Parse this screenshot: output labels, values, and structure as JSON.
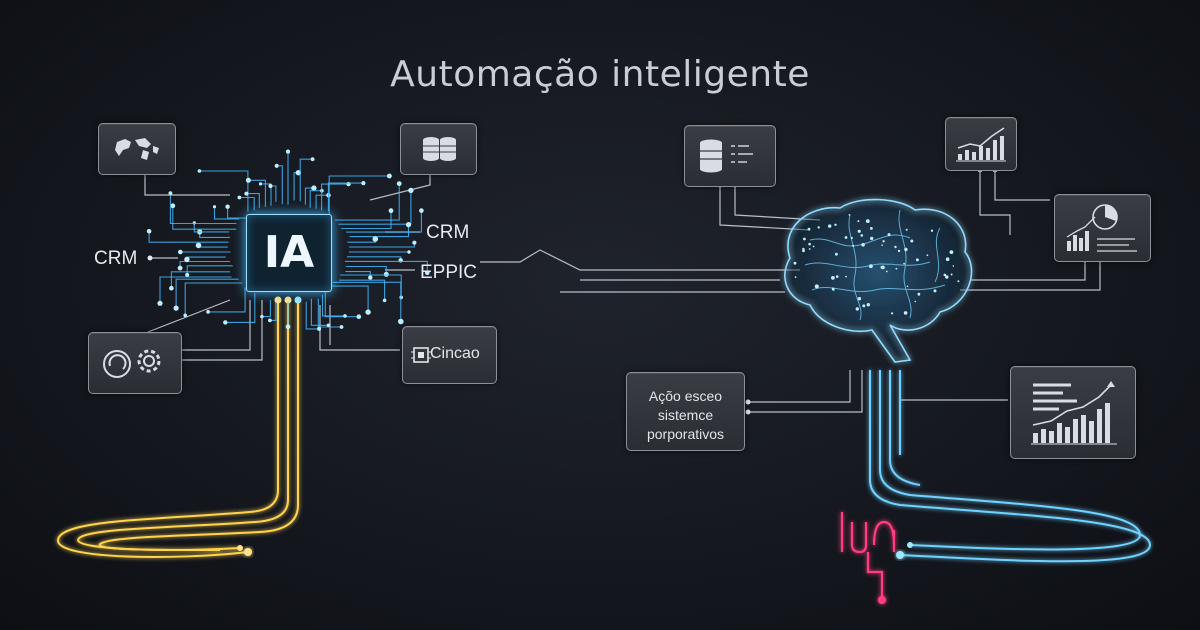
{
  "title": "Automação inteligente",
  "ia_chip": {
    "label": "IA"
  },
  "left_labels": {
    "crm_left": "CRM",
    "crm_right": "CRM",
    "eppic": "EPPIC"
  },
  "panels": {
    "cincao": "Cincao",
    "enterprise": {
      "line1": "Açõo esceo",
      "line2": "sistemce",
      "line3": "porporativos"
    }
  },
  "icons": [
    "world-map-icon",
    "database-icon",
    "gears-icon",
    "cpu-icon",
    "server-list-icon",
    "line-chart-icon",
    "pie-chart-icon",
    "bar-chart-icon",
    "brain-icon",
    "neon-logo-icon"
  ],
  "colors": {
    "background": "#15181f",
    "circuit_cyan": "#3fb8ff",
    "wire_yellow": "#ffd34d",
    "wire_blue": "#6fd2ff",
    "neon_pink": "#ff3d7f"
  }
}
